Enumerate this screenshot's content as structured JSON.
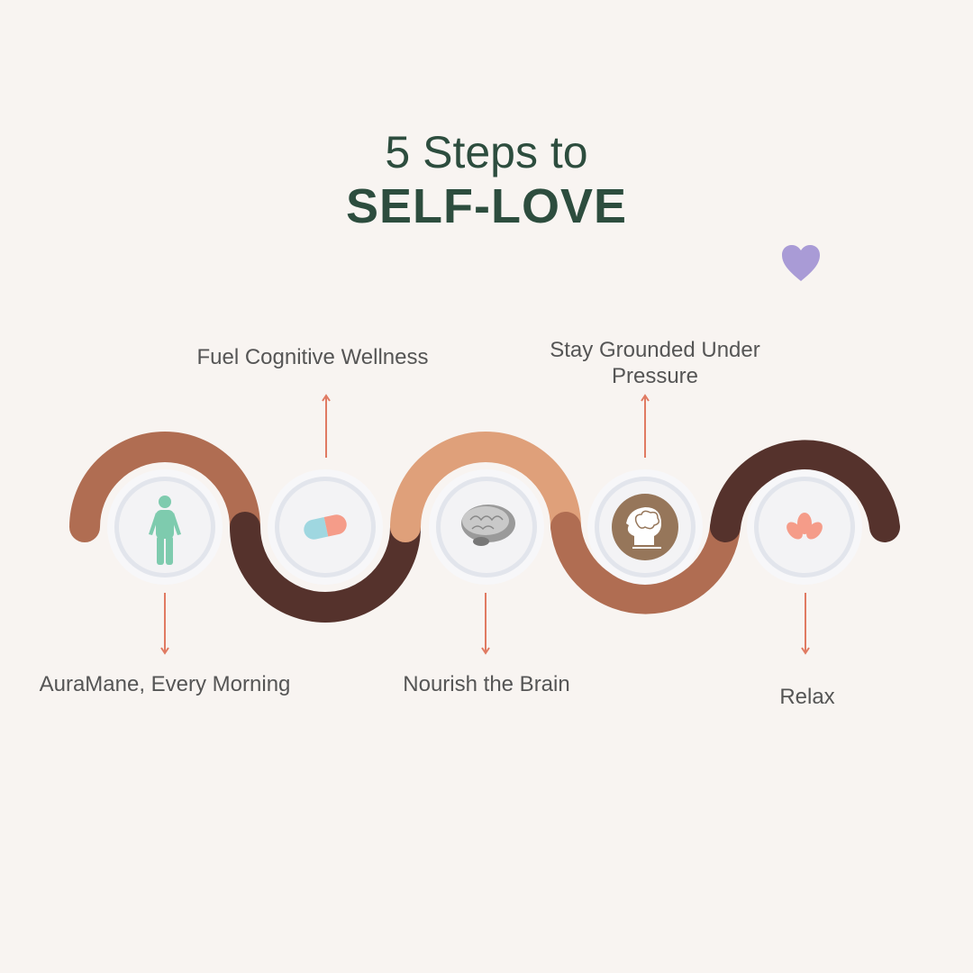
{
  "title": {
    "line1": "5 Steps to",
    "line2": "SELF-LOVE"
  },
  "colors": {
    "title": "#2d4d3e",
    "heart": "#a99bd6",
    "arrow": "#e07a62",
    "arc_brown": "#b06d52",
    "arc_dark": "#55322c",
    "arc_tan": "#dfa07a"
  },
  "steps": [
    {
      "label": "AuraMane, Every Morning",
      "icon": "human-body-icon",
      "position": "below"
    },
    {
      "label": "Fuel Cognitive Wellness",
      "icon": "pill-capsule-icon",
      "position": "above"
    },
    {
      "label": "Nourish the Brain",
      "icon": "brain-icon",
      "position": "below"
    },
    {
      "label": "Stay Grounded Under Pressure",
      "icon": "mind-head-icon",
      "position": "above"
    },
    {
      "label": "Relax",
      "icon": "lotus-icon",
      "position": "below"
    }
  ]
}
